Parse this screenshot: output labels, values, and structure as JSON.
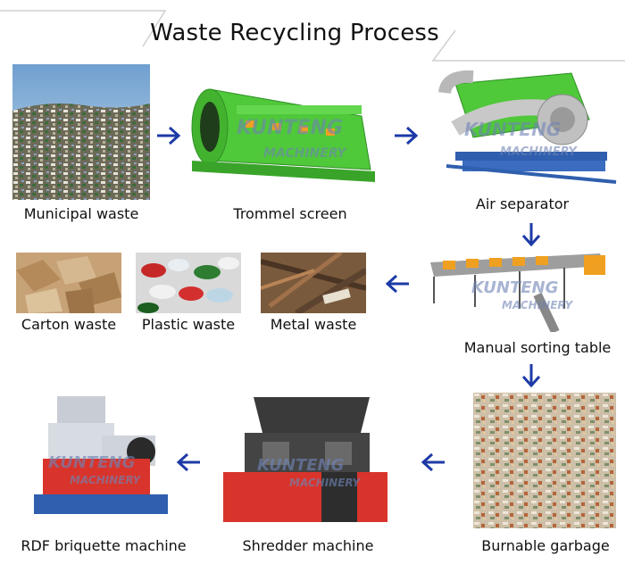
{
  "title": "Waste Recycling Process",
  "watermark": {
    "brand": "KUNTENG",
    "sub": "MACHINERY"
  },
  "steps": {
    "municipal_waste": "Municipal waste",
    "trommel_screen": "Trommel screen",
    "air_separator": "Air separator",
    "manual_sorting_table": "Manual sorting table",
    "carton_waste": "Carton waste",
    "plastic_waste": "Plastic waste",
    "metal_waste": "Metal waste",
    "burnable_garbage": "Burnable garbage",
    "shredder_machine": "Shredder machine",
    "rdf_briquette_machine": "RDF briquette machine"
  },
  "colors": {
    "arrow": "#1d3aa6",
    "trommel_green": "#4fc83a",
    "machine_red": "#d9342b",
    "machine_blue": "#2f5fae",
    "line": "#cfcfcf"
  }
}
